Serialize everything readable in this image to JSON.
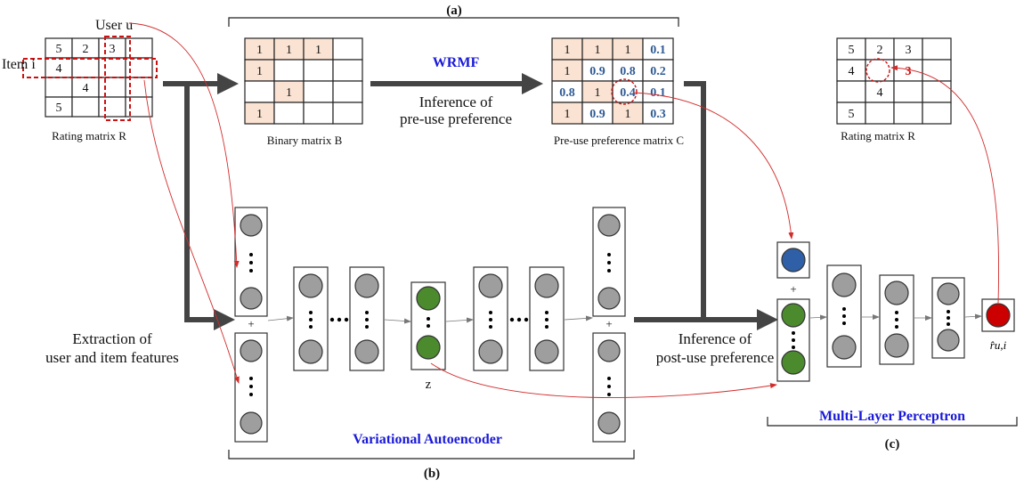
{
  "colors": {
    "node_gray": "#9e9e9e",
    "node_green": "#4c8a2e",
    "node_blue": "#2f5fa6",
    "node_red": "#cc0000",
    "fill_peach": "#fbe3d3",
    "value_blue": "#2e5a94",
    "accent_red": "#cc1111",
    "title_blue": "#1a1ad8"
  },
  "labels": {
    "user_u": "User u",
    "item_i": "Item i",
    "rating_matrix": "Rating matrix R",
    "binary_matrix": "Binary matrix B",
    "wrmf": "WRMF",
    "inference_pre_1": "Inference of",
    "inference_pre_2": "pre-use preference",
    "preuse_matrix": "Pre-use preference matrix C",
    "rating_matrix_out": "Rating matrix R",
    "extraction_1": "Extraction of",
    "extraction_2": "user and item features",
    "z": "z",
    "vae": "Variational Autoencoder",
    "inference_post_1": "Inference of",
    "inference_post_2": "post-use preference",
    "mlp": "Multi-Layer Perceptron",
    "r_hat": "r̂u,i",
    "tag_a": "(a)",
    "tag_b": "(b)",
    "tag_c": "(c)",
    "plus": "+"
  },
  "rating_matrix": [
    [
      "5",
      "2",
      "3",
      ""
    ],
    [
      "4",
      "",
      "",
      ""
    ],
    [
      "",
      "4",
      "",
      ""
    ],
    [
      "5",
      "",
      "",
      ""
    ]
  ],
  "binary_matrix": [
    [
      "1",
      "1",
      "1",
      ""
    ],
    [
      "1",
      "",
      "",
      ""
    ],
    [
      "",
      "1",
      "",
      ""
    ],
    [
      "1",
      "",
      "",
      ""
    ]
  ],
  "preuse_matrix": [
    [
      "1",
      "1",
      "1",
      "0.1"
    ],
    [
      "1",
      "0.9",
      "0.8",
      "0.2"
    ],
    [
      "0.8",
      "1",
      "0.4",
      "0.1"
    ],
    [
      "1",
      "0.9",
      "1",
      "0.3"
    ]
  ],
  "rating_matrix_out": [
    [
      "5",
      "2",
      "3",
      ""
    ],
    [
      "4",
      "",
      "3",
      ""
    ],
    [
      "",
      "4",
      "",
      ""
    ],
    [
      "5",
      "",
      "",
      ""
    ]
  ]
}
